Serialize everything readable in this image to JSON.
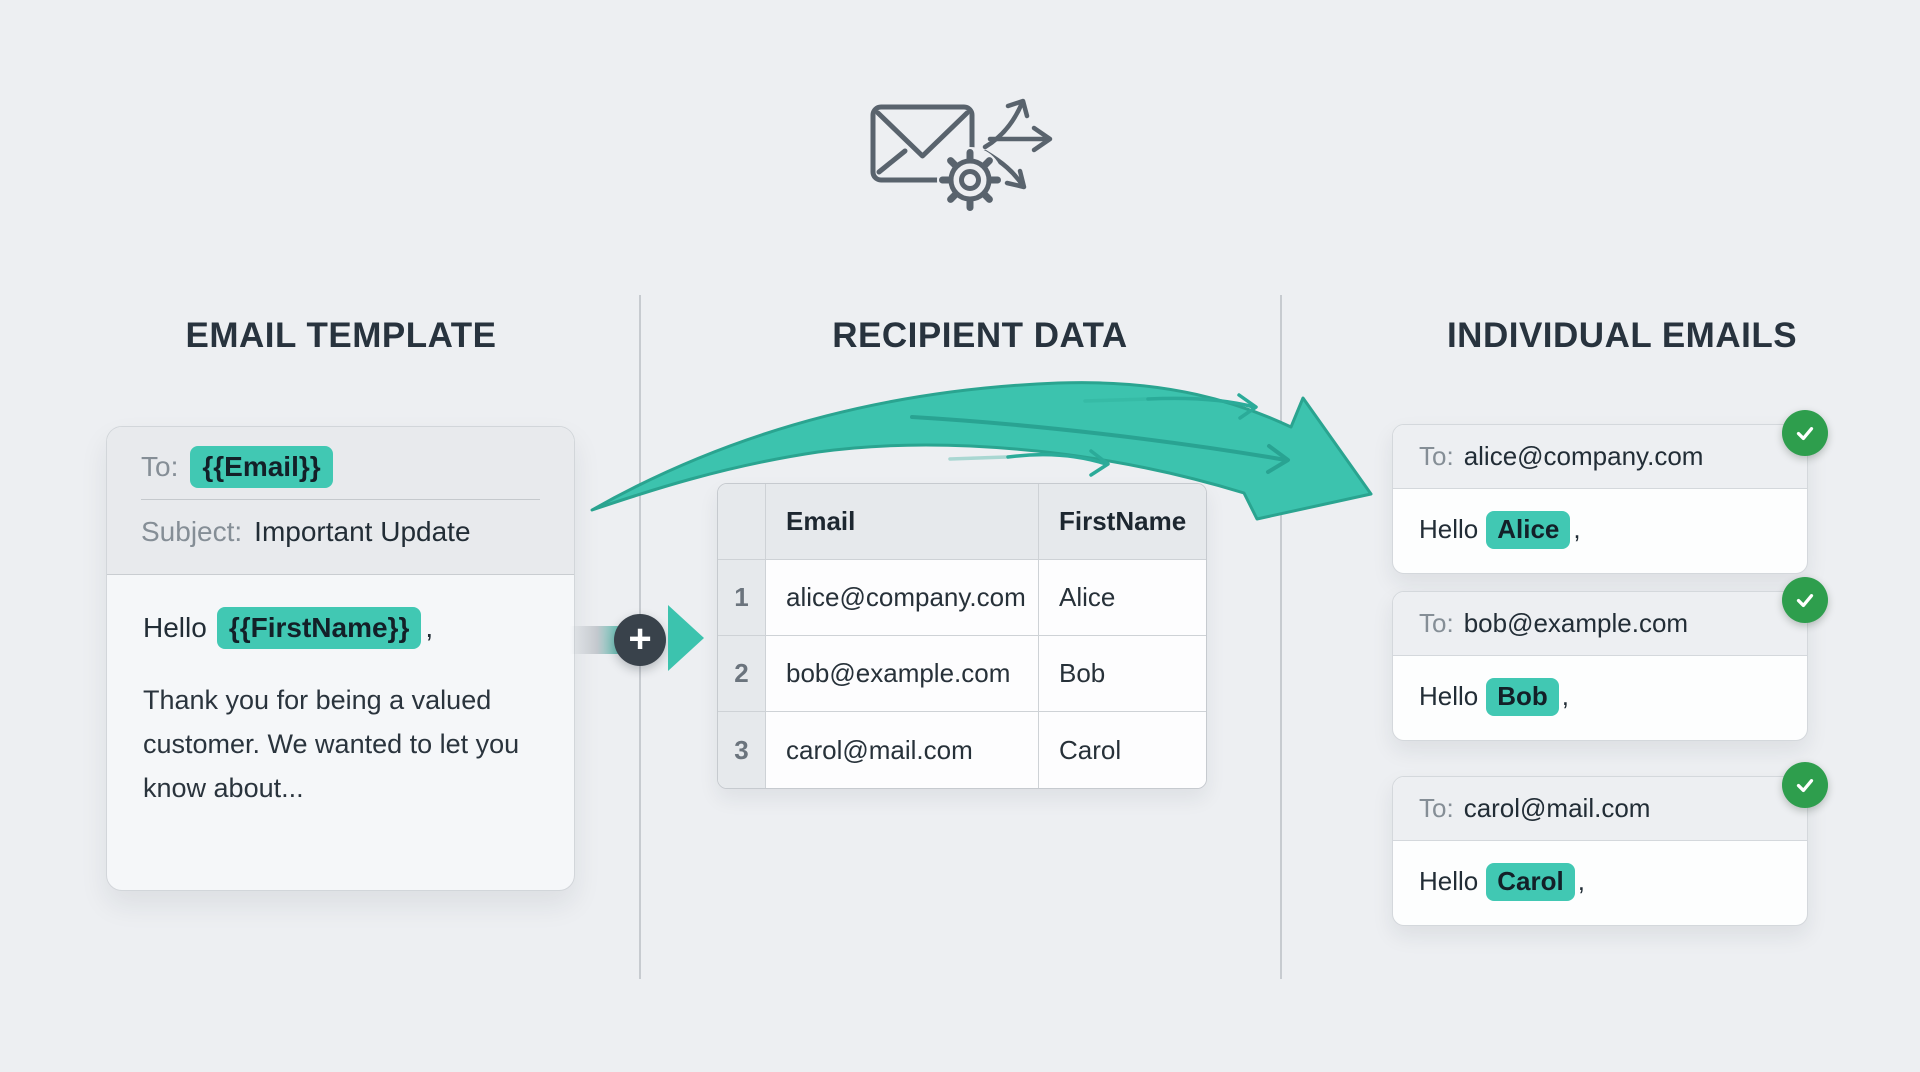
{
  "headings": {
    "template": "EMAIL TEMPLATE",
    "recipients": "RECIPIENT DATA",
    "individual": "INDIVIDUAL EMAILS"
  },
  "template_card": {
    "to_label": "To:",
    "to_value": "{{Email}}",
    "subject_label": "Subject:",
    "subject_value": "Important Update",
    "greeting_prefix": "Hello",
    "greeting_variable": "{{FirstName}}",
    "greeting_suffix": ",",
    "body": "Thank you for being a valued customer. We wanted to let you know about..."
  },
  "recipient_table": {
    "columns": [
      "Email",
      "FirstName"
    ],
    "rows": [
      {
        "num": "1",
        "email": "alice@company.com",
        "first_name": "Alice"
      },
      {
        "num": "2",
        "email": "bob@example.com",
        "first_name": "Bob"
      },
      {
        "num": "3",
        "email": "carol@mail.com",
        "first_name": "Carol"
      }
    ]
  },
  "individual_emails": [
    {
      "to_label": "To:",
      "to_value": "alice@company.com",
      "greeting_prefix": "Hello",
      "name": "Alice",
      "greeting_suffix": ","
    },
    {
      "to_label": "To:",
      "to_value": "bob@example.com",
      "greeting_prefix": "Hello",
      "name": "Bob",
      "greeting_suffix": ","
    },
    {
      "to_label": "To:",
      "to_value": "carol@mail.com",
      "greeting_prefix": "Hello",
      "name": "Carol",
      "greeting_suffix": ","
    }
  ],
  "icons": {
    "plus_glyph": "+",
    "check_glyph": "✓"
  },
  "colors": {
    "background": "#edeff2",
    "accent_teal": "#3cc3ae",
    "accent_teal_dark": "#2aa490",
    "chip_teal": "#41c8b3",
    "success_green": "#2e9e4d",
    "icon_slate": "#59636d",
    "plus_circle_dark": "#39424b",
    "heading_slate": "#28333e"
  }
}
